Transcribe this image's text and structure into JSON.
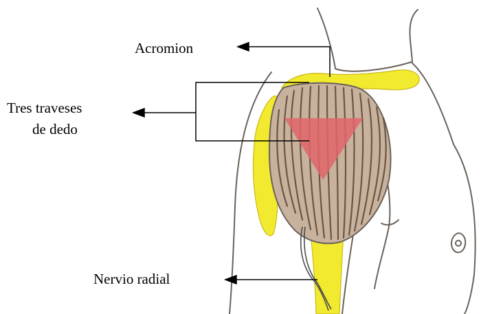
{
  "labels": {
    "acromion": "Acromion",
    "fingers_line1": "Tres traveses",
    "fingers_line2": "de dedo",
    "radial_nerve": "Nervio radial"
  },
  "colors": {
    "outline": "#6b6158",
    "bone_yellow": "#f2ea2e",
    "muscle_brown": "#c8b29e",
    "muscle_fiber": "#5a4634",
    "injection_zone": "#e0656a",
    "arrow": "#000000"
  }
}
